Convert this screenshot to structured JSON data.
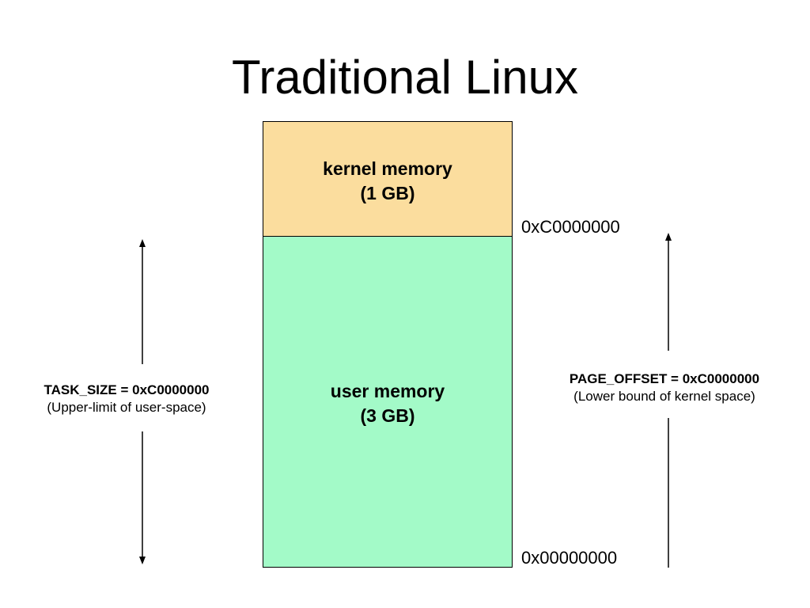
{
  "slide": {
    "title": "Traditional Linux"
  },
  "memory": {
    "kernel": {
      "name": "kernel memory",
      "size": "(1 GB)",
      "color": "#FBDD9E"
    },
    "user": {
      "name": "user memory",
      "size": "(3 GB)",
      "color": "#A3FAC8"
    }
  },
  "addresses": {
    "boundary": "0xC0000000",
    "base": "0x00000000"
  },
  "annotations": {
    "task_size": {
      "label": "TASK_SIZE = 0xC0000000",
      "note": "(Upper-limit of user-space)"
    },
    "page_offset": {
      "label": "PAGE_OFFSET = 0xC0000000",
      "note": "(Lower bound of kernel space)"
    }
  }
}
